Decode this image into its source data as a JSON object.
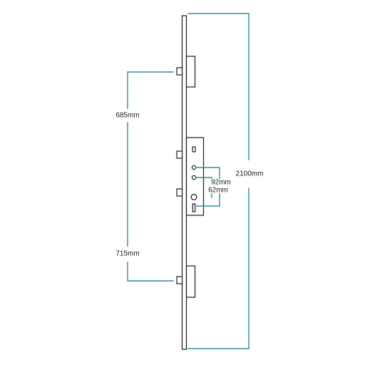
{
  "colors": {
    "dimension_line": "#2f8f9e",
    "outline": "#1a1a1a",
    "text": "#1a1a1a",
    "background": "#ffffff"
  },
  "dimensions": {
    "top_to_lock": "685mm",
    "lock_to_bottom": "715mm",
    "overall_length": "2100mm",
    "spindle_to_upper_keyhole": "92mm",
    "spindle_to_lower_keyhole": "62mm"
  },
  "icons": {
    "keyhole": "euro-profile-cylinder-icon"
  }
}
